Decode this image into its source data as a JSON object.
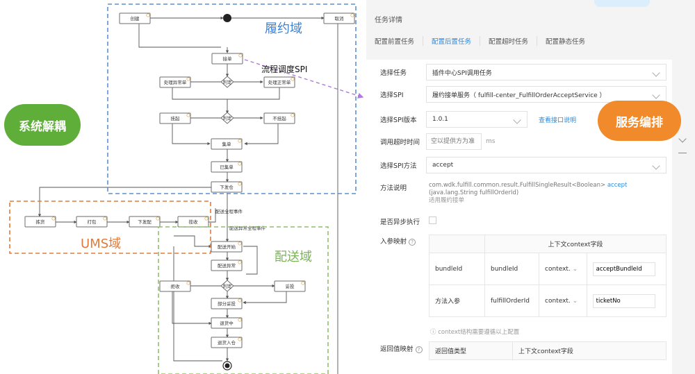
{
  "flow": {
    "nodes": {
      "create": "创建",
      "cancel": "取消",
      "accept": "接单",
      "judge1": "判定",
      "handle_abn": "处理异常单",
      "handle_norm": "处理正常单",
      "hang": "挂起",
      "judge2": "判定",
      "not_hang": "不挂起",
      "gather": "集单",
      "gathered": "已集单",
      "dispatch": "下发仓",
      "pick": "拣货",
      "pack": "打包",
      "send": "下发配",
      "collect": "揽收",
      "deliver_start": "配送开始",
      "deliver_abn": "配送异常",
      "judge3": "判定",
      "reject": "拒收",
      "sign": "妥投",
      "partial": "部分妥投",
      "returning": "退货中",
      "returned": "退货入仓"
    },
    "edge_labels": {
      "deliver_all": "配送全程事件",
      "deliver_abn_event": "配送异常全程事件"
    },
    "callout": "流程调度SPI"
  },
  "domains": {
    "fulfill": "履约域",
    "ums": "UMS域",
    "delivery": "配送域"
  },
  "clouds": {
    "decouple": "系统解耦",
    "orchestrate": "服务编排"
  },
  "panel": {
    "title": "任务详情",
    "tabs": [
      "配置前置任务",
      "配置后置任务",
      "配置超时任务",
      "配置静态任务"
    ],
    "select_task_label": "选择任务",
    "select_task_value": "插件中心SPI调用任务",
    "spi_label": "选择SPI",
    "spi_value": "履约接单服务（ fulfill-center_FulfillOrderAcceptService ）",
    "spi_version_label": "选择SPI版本",
    "spi_version_value": "1.0.1",
    "view_interface": "查看接口说明",
    "timeout_label": "调用超时时间",
    "timeout_placeholder": "空以提供方为准",
    "timeout_unit": "ms",
    "spi_method_label": "选择SPI方法",
    "spi_method_value": "accept",
    "method_desc_label": "方法说明",
    "method_sig_a": "com.wdk.fulfill.common.result.FulfillSingleResult<Boolean> ",
    "method_sig_b": "accept",
    "method_sig_c": " (java.lang.String fulfillOrderId)",
    "method_sig_note": "适用履约接单",
    "async_label": "是否异步执行",
    "input_map_label": "入参映射",
    "context_field_header": "上下文context字段",
    "rows": [
      {
        "name": "bundleId",
        "param": "bundleId",
        "ctx": "context.",
        "field": "acceptBundleId"
      },
      {
        "name": "方法入参",
        "param": "fulfillOrderId",
        "ctx": "context.",
        "field": "ticketNo"
      }
    ],
    "context_note": "context结构需要遵循以上配置",
    "return_map_label": "返回值映射",
    "return_type_header": "返回值类型",
    "return_ctx_header": "上下文context字段"
  }
}
